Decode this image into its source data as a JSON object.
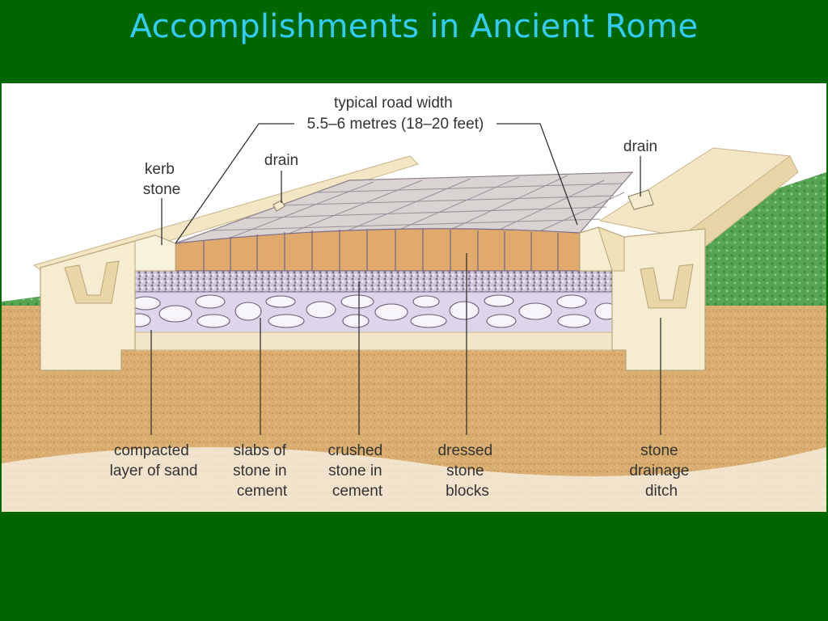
{
  "slide": {
    "title": "Accomplishments in Ancient Rome"
  },
  "diagram": {
    "labels": {
      "road_width": [
        "typical road width",
        "5.5–6 metres (18–20 feet)"
      ],
      "drain_left": [
        "drain"
      ],
      "drain_right": [
        "drain"
      ],
      "kerb_stone": [
        "kerb",
        "stone"
      ],
      "sand": [
        "compacted",
        "layer of sand"
      ],
      "slabs": [
        "slabs of",
        "stone in",
        "cement"
      ],
      "crushed": [
        "crushed",
        "stone in",
        "cement"
      ],
      "dressed": [
        "dressed",
        "stone",
        "blocks"
      ],
      "ditch": [
        "stone",
        "drainage",
        "ditch"
      ]
    }
  },
  "colors": {
    "background": "#006600",
    "title": "#33ccff",
    "sand": "#d8ad6e",
    "blocks": "#e0aa6c",
    "kerb": "#f6ecd0",
    "slabs": "#ddd6ea",
    "grass": "#4e9e4a"
  }
}
